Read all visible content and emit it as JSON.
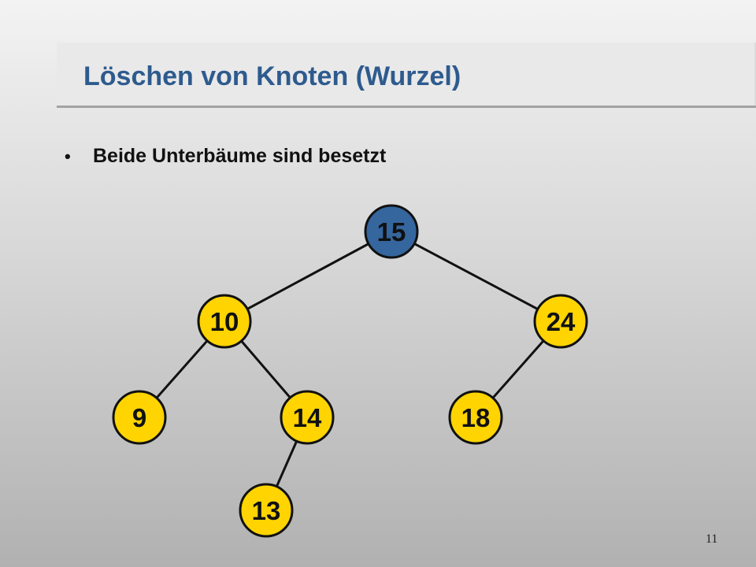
{
  "slide": {
    "title": "Löschen von Knoten (Wurzel)",
    "bullet_symbol": "•",
    "bullet_text": "Beide Unterbäume sind besetzt",
    "page_number": "11"
  },
  "colors": {
    "title": "#2e5b8e",
    "node_fill": "#ffd400",
    "root_fill": "#35669e",
    "node_stroke": "#111111",
    "edge": "#111111"
  },
  "tree": {
    "nodes": [
      {
        "id": "n15",
        "label": "15",
        "highlight": true
      },
      {
        "id": "n10",
        "label": "10",
        "highlight": false
      },
      {
        "id": "n24",
        "label": "24",
        "highlight": false
      },
      {
        "id": "n9",
        "label": "9",
        "highlight": false
      },
      {
        "id": "n14",
        "label": "14",
        "highlight": false
      },
      {
        "id": "n18",
        "label": "18",
        "highlight": false
      },
      {
        "id": "n13",
        "label": "13",
        "highlight": false
      }
    ],
    "edges": [
      {
        "from": "n15",
        "to": "n10"
      },
      {
        "from": "n15",
        "to": "n24"
      },
      {
        "from": "n10",
        "to": "n9"
      },
      {
        "from": "n10",
        "to": "n14"
      },
      {
        "from": "n24",
        "to": "n18"
      },
      {
        "from": "n14",
        "to": "n13"
      }
    ]
  }
}
